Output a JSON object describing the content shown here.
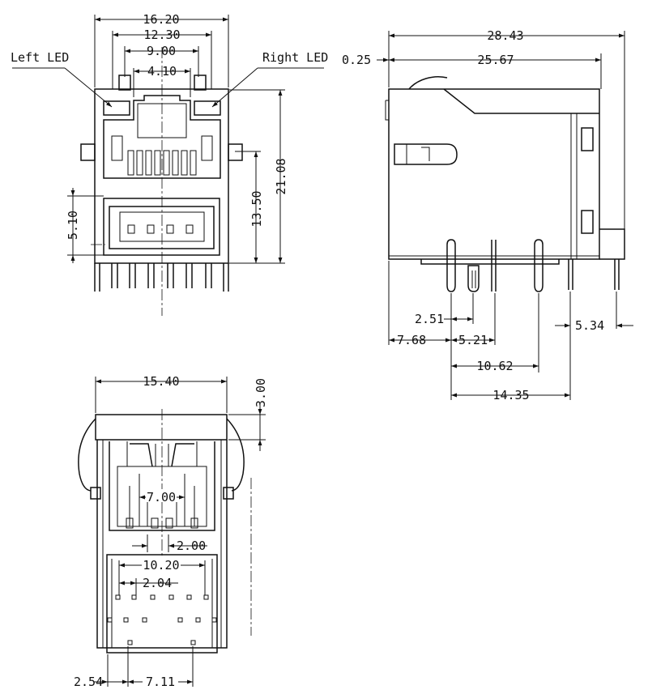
{
  "front_view": {
    "left_led_label": "Left LED",
    "right_led_label": "Right LED",
    "dim_16_20": "16.20",
    "dim_12_30": "12.30",
    "dim_9_00": "9.00",
    "dim_4_10": "4.10",
    "dim_21_08": "21.08",
    "dim_13_50": "13.50",
    "dim_5_10": "5.10"
  },
  "side_view": {
    "dim_28_43": "28.43",
    "dim_0_25": "0.25",
    "dim_25_67": "25.67",
    "dim_2_51": "2.51",
    "dim_7_68": "7.68",
    "dim_5_21": "5.21",
    "dim_5_34": "5.34",
    "dim_10_62": "10.62",
    "dim_14_35": "14.35"
  },
  "bottom_view": {
    "dim_15_40": "15.40",
    "dim_3_00": "3.00",
    "dim_7_00": "7.00",
    "dim_2_00": "2.00",
    "dim_10_20": "10.20",
    "dim_2_04": "2.04",
    "dim_2_54": "2.54",
    "dim_7_11": "7.11"
  }
}
